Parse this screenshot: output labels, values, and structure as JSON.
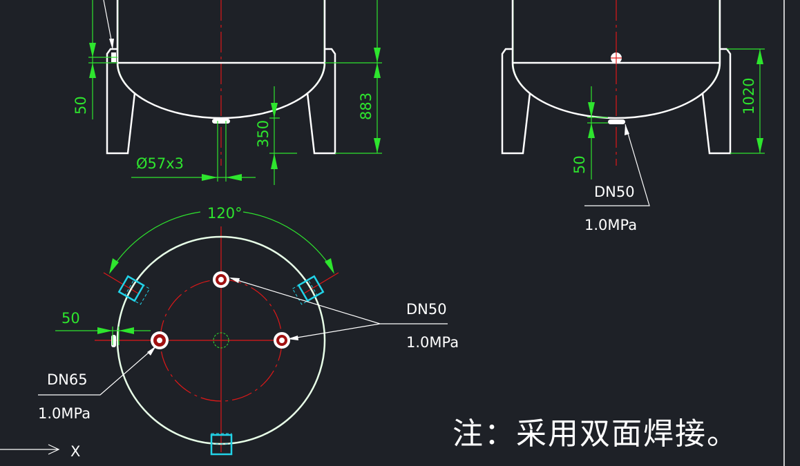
{
  "front_view": {
    "dim_left_small": "50",
    "dim_height": "883",
    "dim_nozzle_drop": "350",
    "pipe_size": "Ø57x3"
  },
  "side_view": {
    "dim_support": "1020",
    "dim_small": "50",
    "nozzle_label": "DN50",
    "nozzle_pressure": "1.0MPa"
  },
  "plan_view": {
    "angle": "120°",
    "dim_offset": "50",
    "nozzle_a_label": "DN50",
    "nozzle_a_pressure": "1.0MPa",
    "nozzle_b_label": "DN65",
    "nozzle_b_pressure": "1.0MPa",
    "axis_label": "X"
  },
  "note": "注：采用双面焊接。",
  "colors": {
    "background": "#1e2127",
    "outline": "#ffffff",
    "dimension": "#2ee52e",
    "centerline": "#e01818",
    "support": "#22d3e8"
  }
}
